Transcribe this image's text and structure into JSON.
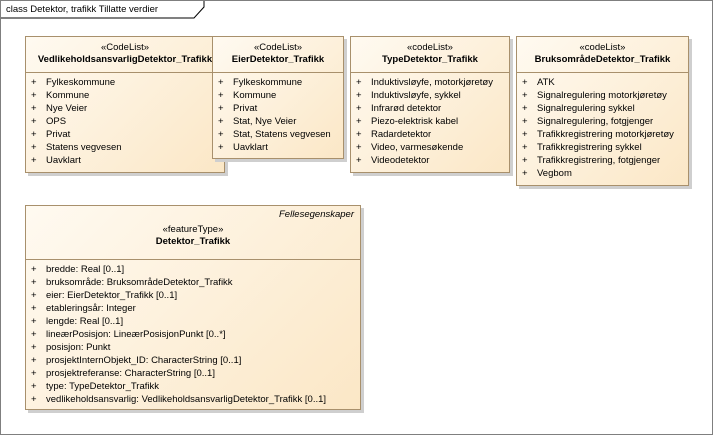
{
  "frame": {
    "title": "class Detektor, trafikk Tillatte verdier"
  },
  "classes": [
    {
      "stereotype": "«CodeList»",
      "name": "VedlikeholdsansvarligDetektor_Trafikk",
      "attributes": [
        "Fylkeskommune",
        "Kommune",
        "Nye Veier",
        "OPS",
        "Privat",
        "Statens vegvesen",
        "Uavklart"
      ]
    },
    {
      "stereotype": "«CodeList»",
      "name": "EierDetektor_Trafikk",
      "attributes": [
        "Fylkeskommune",
        "Kommune",
        "Privat",
        "Stat, Nye Veier",
        "Stat, Statens vegvesen",
        "Uavklart"
      ]
    },
    {
      "stereotype": "«codeList»",
      "name": "TypeDetektor_Trafikk",
      "attributes": [
        "Induktivsløyfe, motorkjøretøy",
        "Induktivsløyfe, sykkel",
        "Infrarød detektor",
        "Piezo-elektrisk kabel",
        "Radardetektor",
        "Video, varmesøkende",
        "Videodetektor"
      ]
    },
    {
      "stereotype": "«codeList»",
      "name": "BruksområdeDetektor_Trafikk",
      "attributes": [
        "ATK",
        "Signalregulering motorkjøretøy",
        "Signalregulering sykkel",
        "Signalregulering, fotgjenger",
        "Trafikkregistrering motorkjøretøy",
        "Trafikkregistrering sykkel",
        "Trafikkregistrering, fotgjenger",
        "Vegbom"
      ]
    },
    {
      "tag": "Fellesegenskaper",
      "stereotype": "«featureType»",
      "name": "Detektor_Trafikk",
      "attributes": [
        "bredde: Real [0..1]",
        "bruksområde: BruksområdeDetektor_Trafikk",
        "eier: EierDetektor_Trafikk [0..1]",
        "etableringsår: Integer",
        "lengde: Real [0..1]",
        "lineærPosisjon: LineærPosisjonPunkt [0..*]",
        "posisjon: Punkt",
        "prosjektInternObjekt_ID: CharacterString [0..1]",
        "prosjektreferanse: CharacterString [0..1]",
        "type: TypeDetektor_Trafikk",
        "vedlikeholdsansvarlig: VedlikeholdsansvarligDetektor_Trafikk [0..1]"
      ]
    }
  ]
}
